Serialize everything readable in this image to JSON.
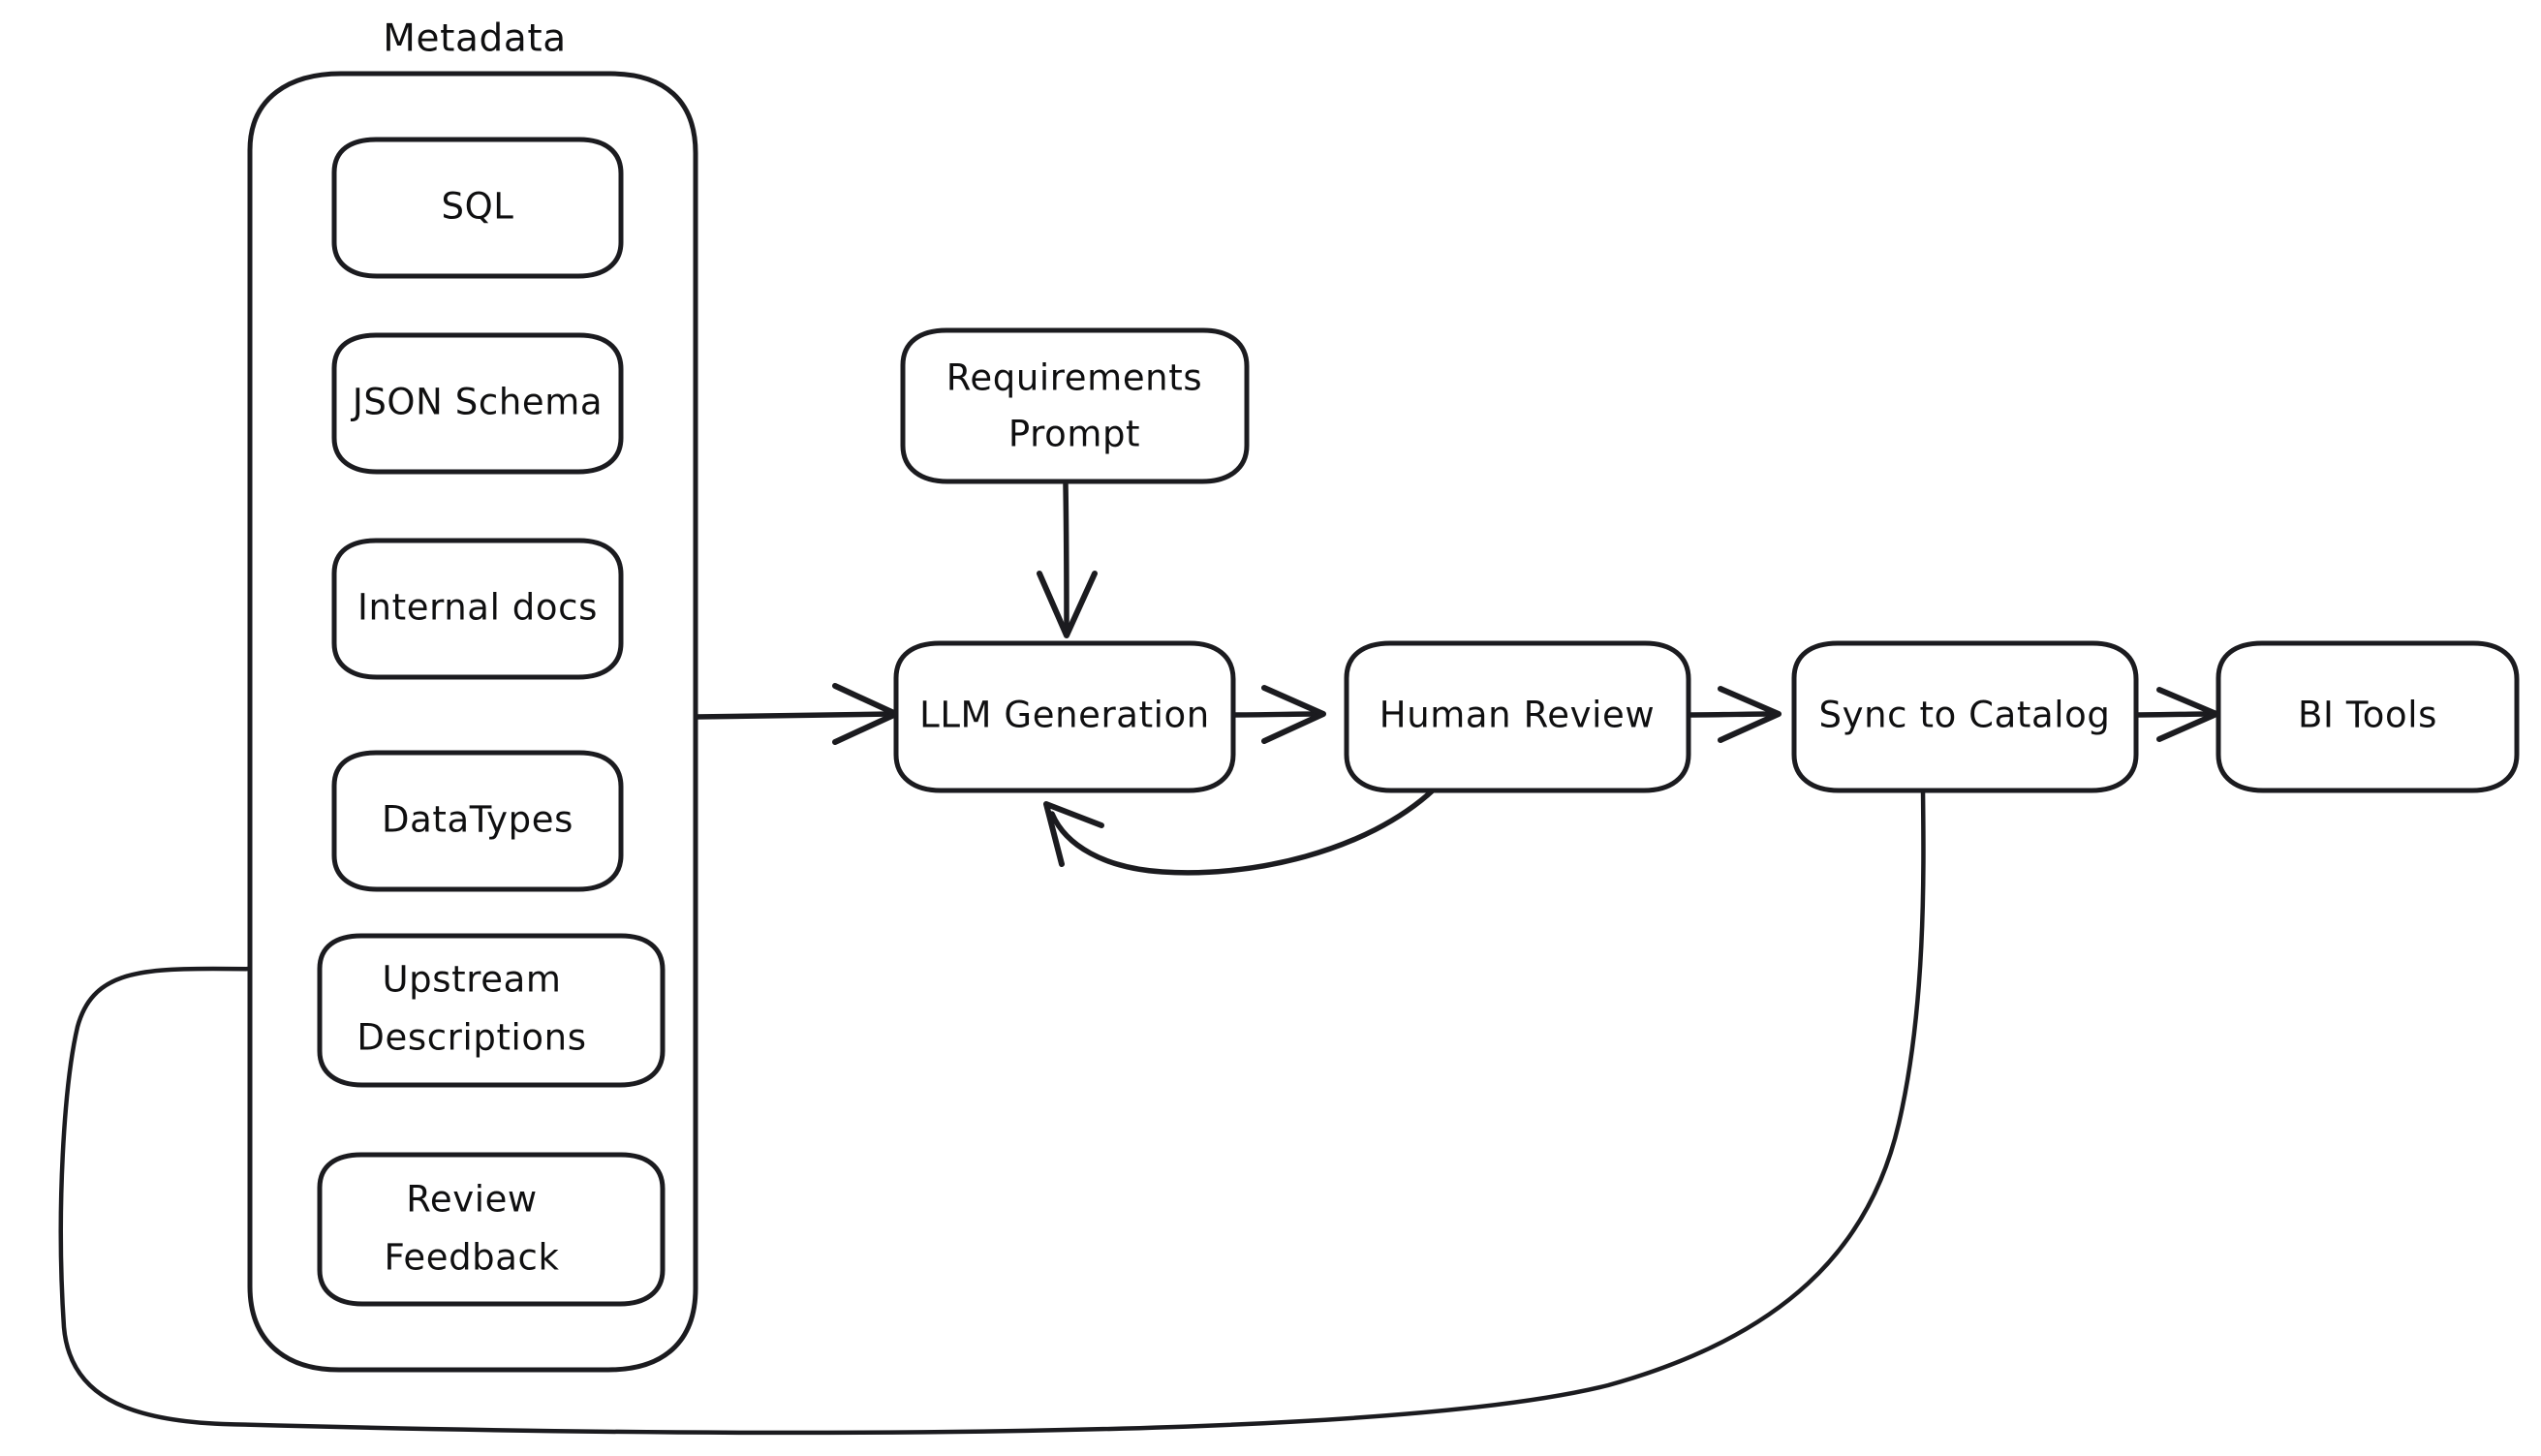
{
  "diagram": {
    "title": "Metadata-driven LLM description generation flow",
    "style": "hand-drawn sketch flowchart",
    "stroke_color": "#1b1b1f",
    "fill_color": "#ffffff",
    "background": "#ffffff"
  },
  "group": {
    "label": "Metadata",
    "items": [
      {
        "id": "sql",
        "label": "SQL",
        "lines": [
          "SQL"
        ]
      },
      {
        "id": "json-schema",
        "label": "JSON Schema",
        "lines": [
          "JSON Schema"
        ]
      },
      {
        "id": "internal-docs",
        "label": "Internal docs",
        "lines": [
          "Internal docs"
        ]
      },
      {
        "id": "datatypes",
        "label": "DataTypes",
        "lines": [
          "DataTypes"
        ]
      },
      {
        "id": "upstream-descriptions",
        "label": "Upstream Descriptions",
        "lines": [
          "Upstream",
          "Descriptions"
        ]
      },
      {
        "id": "review-feedback",
        "label": "Review Feedback",
        "lines": [
          "Review",
          "Feedback"
        ]
      }
    ]
  },
  "nodes": [
    {
      "id": "requirements-prompt",
      "label": "Requirements Prompt",
      "lines": [
        "Requirements",
        "Prompt"
      ]
    },
    {
      "id": "llm-generation",
      "label": "LLM Generation",
      "lines": [
        "LLM Generation"
      ]
    },
    {
      "id": "human-review",
      "label": "Human Review",
      "lines": [
        "Human Review"
      ]
    },
    {
      "id": "sync-to-catalog",
      "label": "Sync to Catalog",
      "lines": [
        "Sync to Catalog"
      ]
    },
    {
      "id": "bi-tools",
      "label": "BI Tools",
      "lines": [
        "BI Tools"
      ]
    }
  ],
  "edges": [
    {
      "id": "metadata-to-llm",
      "from": "Metadata",
      "to": "LLM Generation",
      "label": ""
    },
    {
      "id": "prompt-to-llm",
      "from": "Requirements Prompt",
      "to": "LLM Generation",
      "label": ""
    },
    {
      "id": "llm-to-review",
      "from": "LLM Generation",
      "to": "Human Review",
      "label": ""
    },
    {
      "id": "review-to-llm-feedback",
      "from": "Human Review",
      "to": "LLM Generation",
      "label": ""
    },
    {
      "id": "review-to-sync",
      "from": "Human Review",
      "to": "Sync to Catalog",
      "label": ""
    },
    {
      "id": "sync-to-bi",
      "from": "Sync to Catalog",
      "to": "BI Tools",
      "label": ""
    },
    {
      "id": "sync-to-upstream",
      "from": "Sync to Catalog",
      "to": "Upstream Descriptions",
      "label": ""
    }
  ]
}
